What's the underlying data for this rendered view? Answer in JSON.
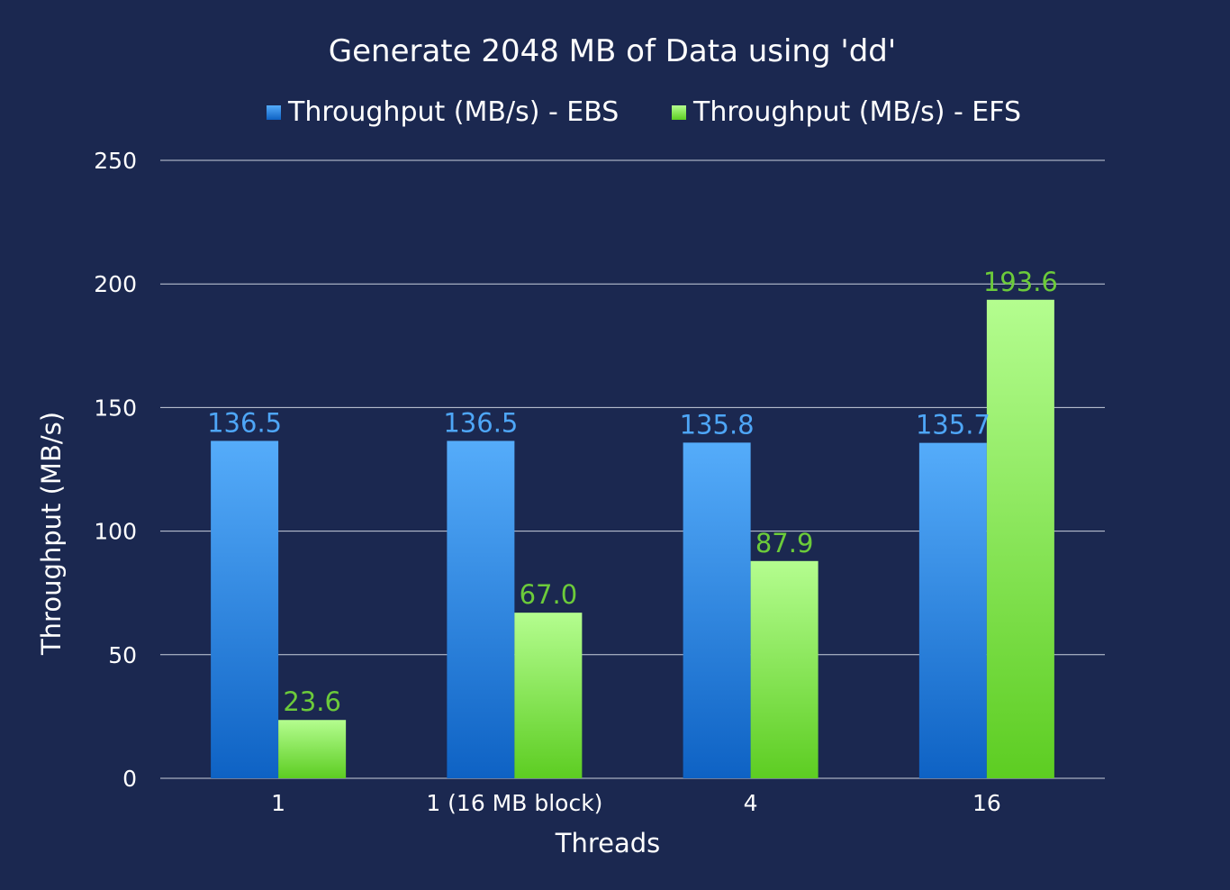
{
  "chart_data": {
    "type": "bar",
    "title": "Generate 2048 MB of Data using 'dd'",
    "xlabel": "Threads",
    "ylabel": "Throughput (MB/s)",
    "categories": [
      "1",
      "1 (16 MB block)",
      "4",
      "16"
    ],
    "series": [
      {
        "name": "Throughput (MB/s) - EBS",
        "values": [
          136.5,
          136.5,
          135.8,
          135.7
        ],
        "labels": [
          "136.5",
          "136.5",
          "135.8",
          "135.7"
        ],
        "color": "#4ea6f7",
        "label_color": "#4ea6f7"
      },
      {
        "name": "Throughput (MB/s) - EFS",
        "values": [
          23.6,
          67.0,
          87.9,
          193.6
        ],
        "labels": [
          "23.6",
          "67.0",
          "87.9",
          "193.6"
        ],
        "color": "#8ee35f",
        "label_color": "#6ccb3a"
      }
    ],
    "ylim": [
      0,
      250
    ],
    "yticks": [
      "0",
      "50",
      "100",
      "150",
      "200",
      "250"
    ],
    "grid": true,
    "legend_position": "top"
  }
}
